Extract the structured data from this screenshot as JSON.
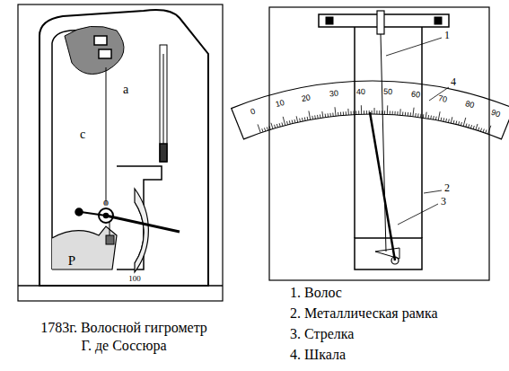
{
  "diagram": {
    "caption": "1783г. Волосной гигрометр Г. де Соссюра",
    "labels": [
      "a",
      "c",
      "o",
      "P",
      "100",
      "1",
      "2",
      "3",
      "4",
      "0",
      "10",
      "20",
      "30",
      "40",
      "50",
      "60",
      "70",
      "80",
      "90",
      "1. Волос",
      "2. Металлическая рамка",
      "3. Стрелка",
      "4. Шкала"
    ]
  }
}
